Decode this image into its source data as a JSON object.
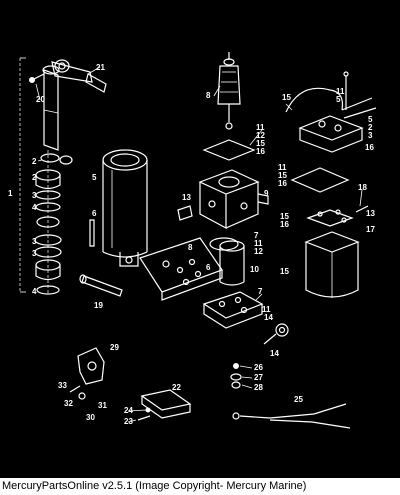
{
  "footer": {
    "text": "MercuryPartsOnline v2.5.1 (Image Copyright- Mercury Marine)"
  },
  "callouts": [
    {
      "id": "c1",
      "text": "1"
    },
    {
      "id": "c2a",
      "text": "2"
    },
    {
      "id": "c3a",
      "text": "3"
    },
    {
      "id": "c4a",
      "text": "4"
    },
    {
      "id": "c2b",
      "text": "2"
    },
    {
      "id": "c3b",
      "text": "3"
    },
    {
      "id": "c3c",
      "text": "3"
    },
    {
      "id": "c4b",
      "text": "4"
    },
    {
      "id": "c5",
      "text": "5"
    },
    {
      "id": "c6",
      "text": "6"
    },
    {
      "id": "c6b",
      "text": "6"
    },
    {
      "id": "c7",
      "text": "7"
    },
    {
      "id": "c7b",
      "text": "7"
    },
    {
      "id": "c8",
      "text": "8"
    },
    {
      "id": "c9",
      "text": "9"
    },
    {
      "id": "c10",
      "text": "10"
    },
    {
      "id": "c11a",
      "text": "11"
    },
    {
      "id": "c12a",
      "text": "12"
    },
    {
      "id": "c15a",
      "text": "15"
    },
    {
      "id": "c16a",
      "text": "16"
    },
    {
      "id": "c11b",
      "text": "11"
    },
    {
      "id": "c15b",
      "text": "15"
    },
    {
      "id": "c16b",
      "text": "16"
    },
    {
      "id": "c11c",
      "text": "11"
    },
    {
      "id": "c12c",
      "text": "12"
    },
    {
      "id": "c11d",
      "text": "11"
    },
    {
      "id": "c14a",
      "text": "14"
    },
    {
      "id": "c14b",
      "text": "14"
    },
    {
      "id": "c13",
      "text": "13"
    },
    {
      "id": "c15c",
      "text": "15"
    },
    {
      "id": "c16c",
      "text": "16"
    },
    {
      "id": "c15d",
      "text": "15"
    },
    {
      "id": "c15e",
      "text": "15"
    },
    {
      "id": "c17",
      "text": "17"
    },
    {
      "id": "c18",
      "text": "18"
    },
    {
      "id": "c16d",
      "text": "16"
    },
    {
      "id": "c19",
      "text": "19"
    },
    {
      "id": "c20",
      "text": "20"
    },
    {
      "id": "c21",
      "text": "21"
    },
    {
      "id": "c22",
      "text": "22"
    },
    {
      "id": "c23",
      "text": "23"
    },
    {
      "id": "c24",
      "text": "24"
    },
    {
      "id": "c25",
      "text": "25"
    },
    {
      "id": "c26",
      "text": "26"
    },
    {
      "id": "c27",
      "text": "27"
    },
    {
      "id": "c28",
      "text": "28"
    },
    {
      "id": "c29",
      "text": "29"
    },
    {
      "id": "c30",
      "text": "30"
    },
    {
      "id": "c31",
      "text": "31"
    },
    {
      "id": "c32",
      "text": "32"
    },
    {
      "id": "c33",
      "text": "33"
    },
    {
      "id": "c5b",
      "text": "5"
    },
    {
      "id": "c2c",
      "text": "2"
    },
    {
      "id": "c3d",
      "text": "3"
    },
    {
      "id": "c5c",
      "text": "5"
    },
    {
      "id": "c11e",
      "text": "11"
    },
    {
      "id": "c13b",
      "text": "13"
    },
    {
      "id": "c8b",
      "text": "8"
    }
  ]
}
